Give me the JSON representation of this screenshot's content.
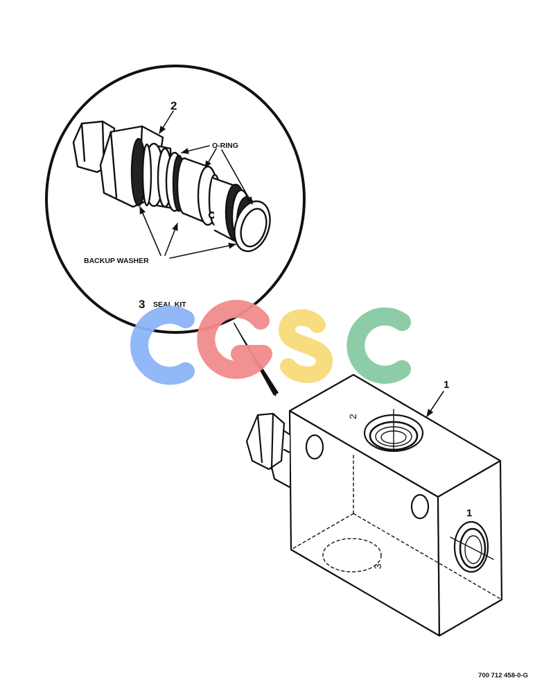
{
  "callouts": {
    "item2": "2",
    "oring": "O-RING",
    "backup_washer": "BACKUP WASHER",
    "item3_num": "3",
    "seal_kit": "SEAL KIT",
    "item1": "1",
    "port1": "1",
    "port2": "2",
    "port3": "3"
  },
  "figure_code": "700 712 458-0-G",
  "watermark": {
    "letters": [
      "C",
      "G",
      "S",
      "C"
    ],
    "colors": [
      "#8db4f7",
      "#f28c8c",
      "#f7dc7a",
      "#86cba3"
    ]
  }
}
